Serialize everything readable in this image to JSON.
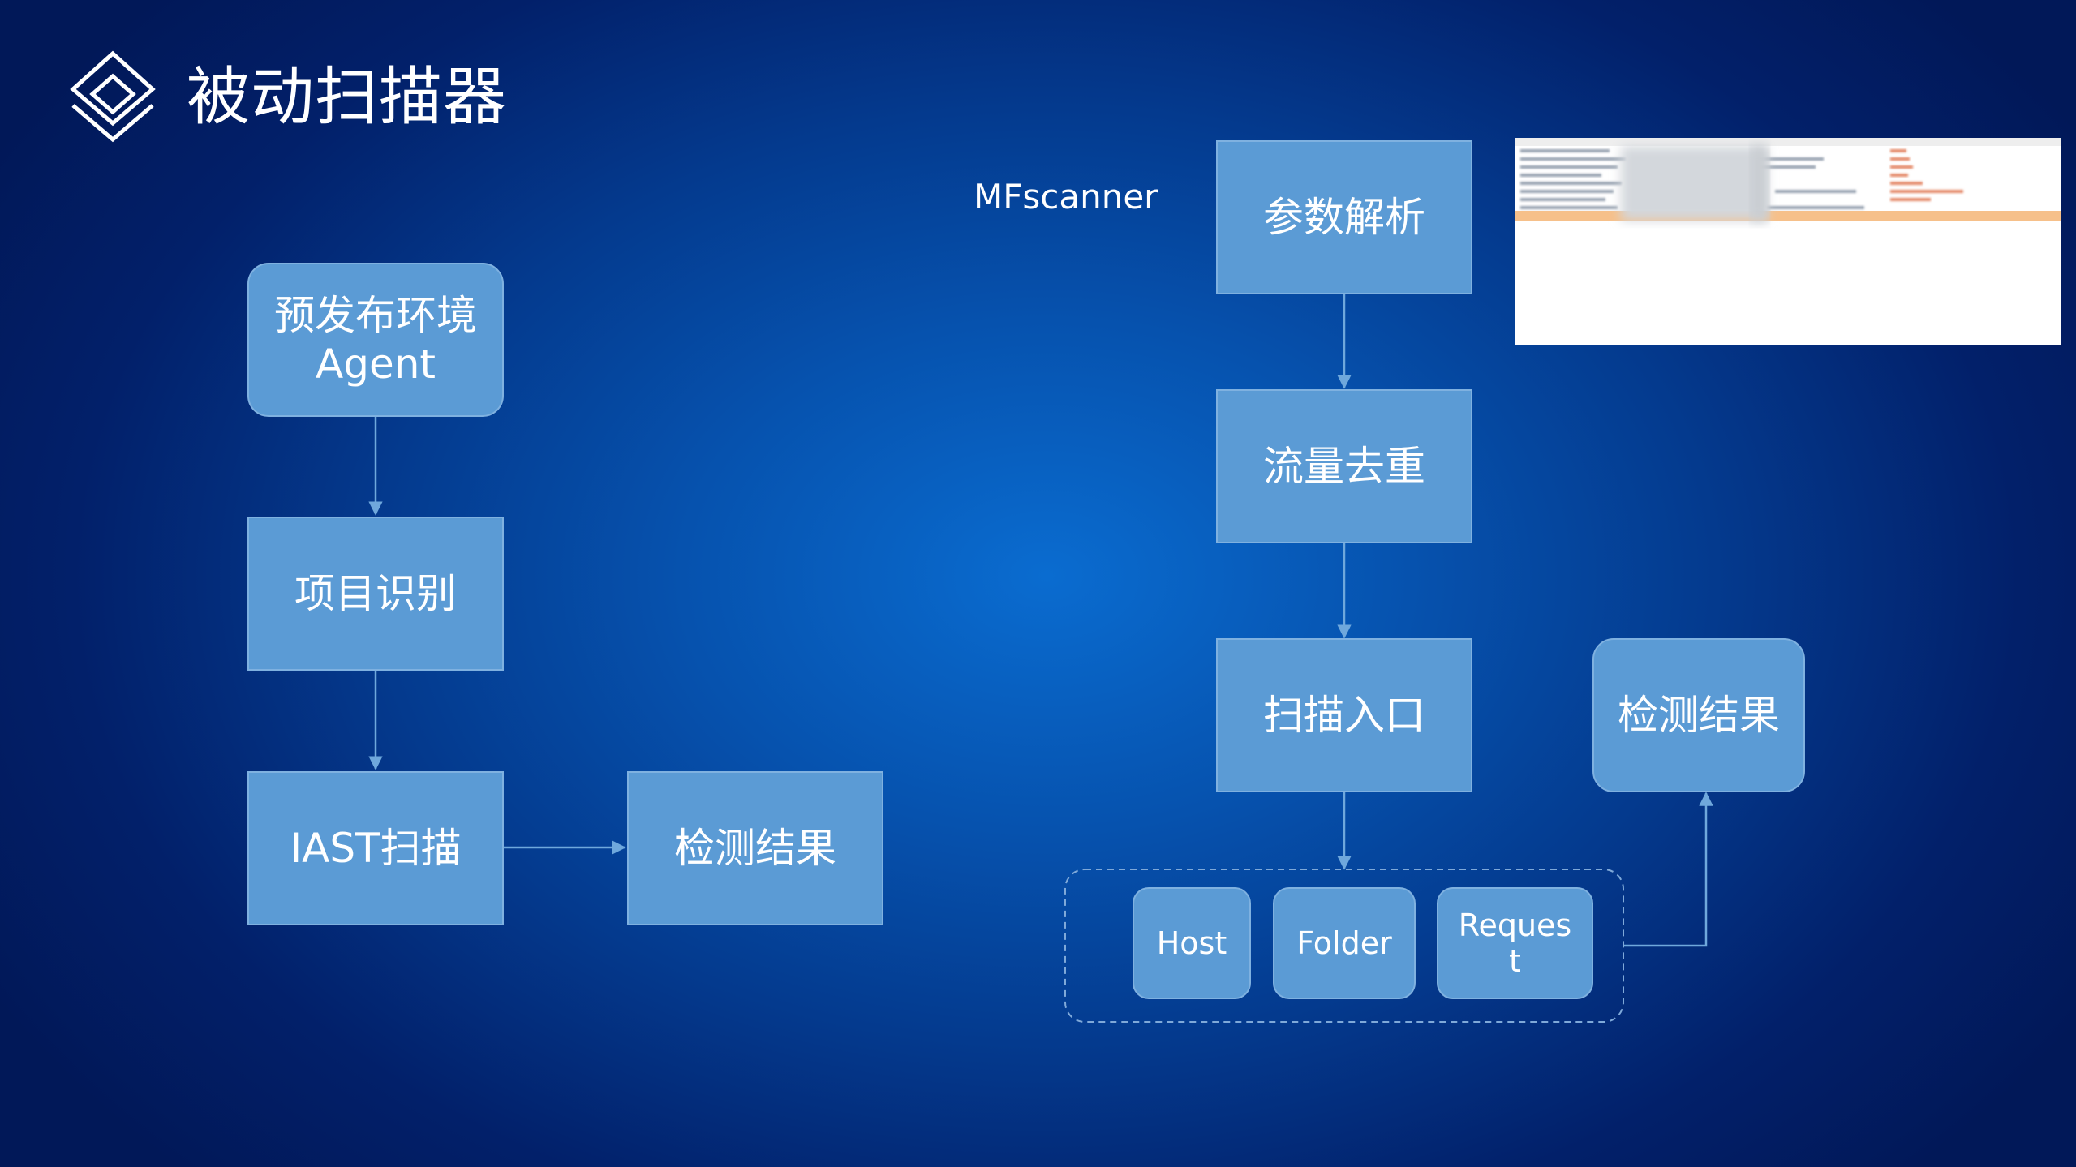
{
  "header": {
    "title": "被动扫描器"
  },
  "left_flow": {
    "agent_box": {
      "line1": "预发布环境",
      "line2": "Agent"
    },
    "project_box": {
      "label": "项目识别"
    },
    "iast_box": {
      "label": "IAST扫描"
    },
    "result_box": {
      "label": "检测结果"
    }
  },
  "right_flow": {
    "mfscanner_label": "MFscanner",
    "parse_box": {
      "label": "参数解析"
    },
    "dedup_box": {
      "label": "流量去重"
    },
    "entry_box": {
      "label": "扫描入口"
    },
    "result_box": {
      "label": "检测结果"
    },
    "scan_types": [
      {
        "label": "Host"
      },
      {
        "label": "Folder"
      },
      {
        "line1": "Reques",
        "line2": "t"
      }
    ]
  },
  "colors": {
    "box_fill": "#5b9bd5",
    "box_border": "#7fb1e0",
    "connector": "#6fa8dc",
    "text": "#ffffff"
  },
  "icons": {
    "logo": "layers-icon"
  }
}
